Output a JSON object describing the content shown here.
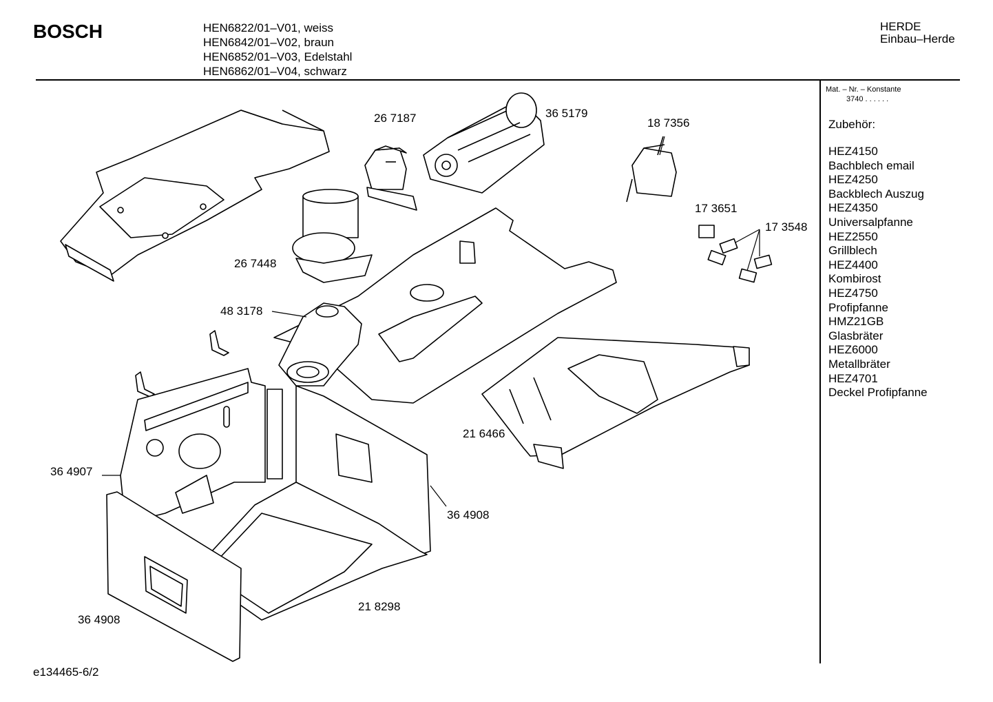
{
  "header": {
    "brand": "BOSCH",
    "models": [
      "HEN6822/01–V01, weiss",
      "HEN6842/01–V02, braun",
      "HEN6852/01–V03, Edelstahl",
      "HEN6862/01–V04, schwarz"
    ],
    "category": [
      "HERDE",
      "Einbau–Herde"
    ]
  },
  "sidebar": {
    "mat_label": "Mat. – Nr. – Konstante",
    "mat_value": "3740 . . . . . .",
    "accessories_title": "Zubehör:",
    "accessories": [
      "HEZ4150",
      "Bachblech email",
      "HEZ4250",
      "Backblech Auszug",
      "HEZ4350",
      "Universalpfanne",
      "HEZ2550",
      "Grillblech",
      "HEZ4400",
      "Kombirost",
      "HEZ4750",
      "Profipfanne",
      "HMZ21GB",
      "Glasbräter",
      "HEZ6000",
      "Metallbräter",
      "HEZ4701",
      "Deckel Profipfanne"
    ]
  },
  "part_labels": {
    "p267187": "26 7187",
    "p365179": "36 5179",
    "p187356": "18 7356",
    "p173651": "17 3651",
    "p173548": "17 3548",
    "p267448": "26 7448",
    "p483178": "48 3178",
    "p216466": "21 6466",
    "p364907": "36 4907",
    "p364908a": "36 4908",
    "p218298": "21 8298",
    "p364908b": "36 4908"
  },
  "footer": {
    "doc_id": "e134465-6/2"
  }
}
